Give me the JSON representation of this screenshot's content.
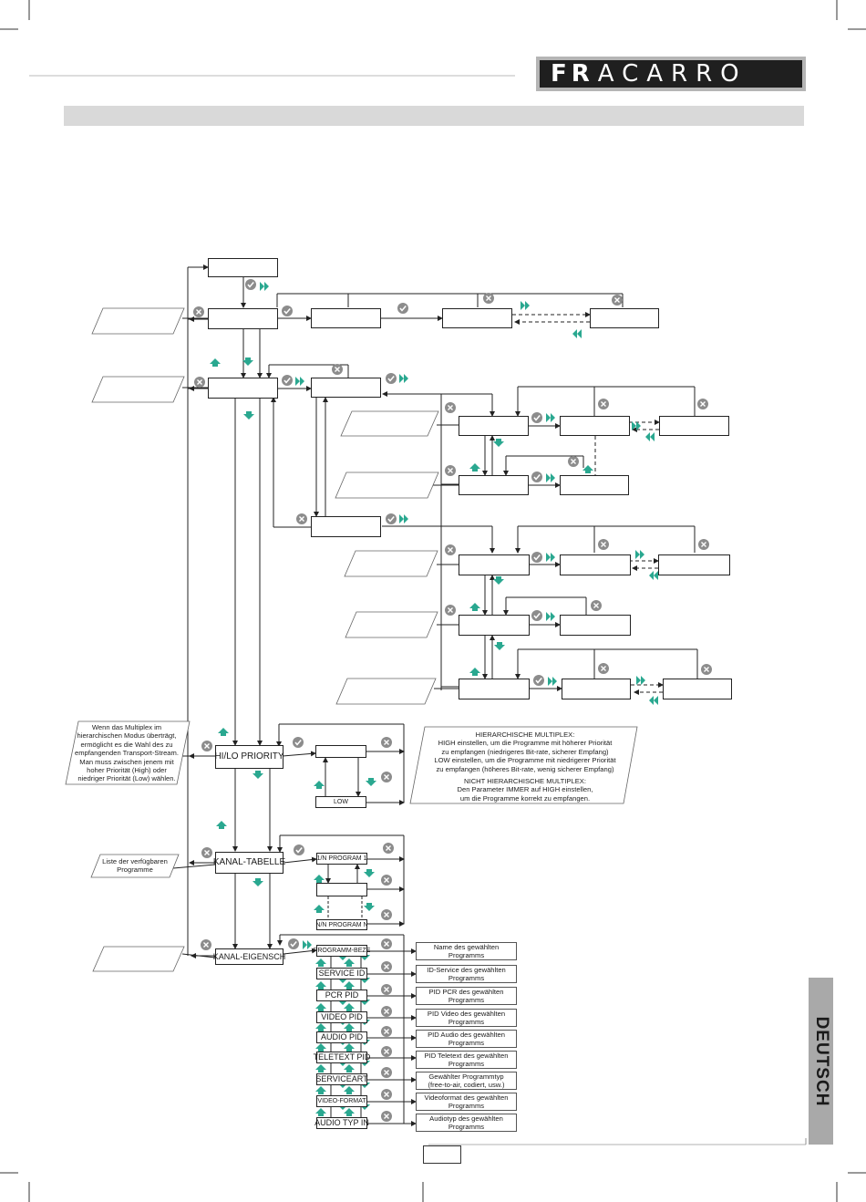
{
  "header": {
    "logo_text_bold": "FR",
    "logo_text_rest": "ACARRO",
    "language_tab": "DEUTSCH"
  },
  "boxes": {
    "hilo": "HI/LO  PRIORITY",
    "low": "LOW",
    "kanal_tabelle": "KANAL-TABELLE",
    "prog_first": "1/N PROGRAM 1",
    "prog_last": "N/N PROGRAM N",
    "kanal_eigensch": "KANAL-EIGENSCH",
    "programm_beze": "PROGRAMM-BEZE",
    "service_id": "SERVICE ID",
    "pcr_pid": "PCR PID",
    "video_pid": "VIDEO PID",
    "audio_pid": "AUDIO PID",
    "teletext_pid": "TELETEXT PID",
    "serviceart": "SERVICEART",
    "video_format": "VIDEO-FORMAT",
    "audio_typ": "AUDIO TYP IN"
  },
  "notes": {
    "multiplex_left": [
      "Wenn das Multiplex im",
      "hierarchischen Modus überträgt,",
      "ermöglicht es die  Wahl des zu",
      "empfangenden  Transport-Stream.",
      "Man muss zwischen jenem mit",
      "hoher Priorität  (High) oder",
      "niedriger Priorität (Low) wählen."
    ],
    "kanal_list": [
      "Liste der verfügbaren",
      "Programme"
    ],
    "hierarchic": [
      "HIERARCHISCHE MULTIPLEX:",
      "HIGH einstellen, um die Programme mit höherer Priorität",
      "zu empfangen (niedrigeres Bit-rate, sicherer Empfang)",
      "LOW einstellen, um die Programme mit niedrigerer Priorität",
      "zu empfangen (höheres Bit-rate, wenig sicherer Empfang)",
      "",
      "NICHT HIERARCHISCHE MULTIPLEX:",
      "Den Parameter IMMER auf HIGH einstellen,",
      "um die Programme korrekt zu empfangen."
    ]
  },
  "info": [
    [
      "Name des gewählten",
      "Programms"
    ],
    [
      "ID-Service des gewählten",
      "Programms"
    ],
    [
      "PID PCR des gewählten",
      "Programms"
    ],
    [
      "PID Video des gewählten",
      "Programms"
    ],
    [
      "PID Audio des gewählten",
      "Programms"
    ],
    [
      "PID Teletext des gewählten",
      "Programms"
    ],
    [
      "Gewählter Programmtyp",
      "(free-to-air, codiert, usw.)"
    ],
    [
      "Videoformat des gewählten",
      "Programms"
    ],
    [
      "Audiotyp des gewählten",
      "Programms"
    ]
  ],
  "colors": {
    "accent_teal": "#2aa890",
    "icon_gray": "#8c8c8c",
    "tab_gray": "#a9a9a9"
  }
}
